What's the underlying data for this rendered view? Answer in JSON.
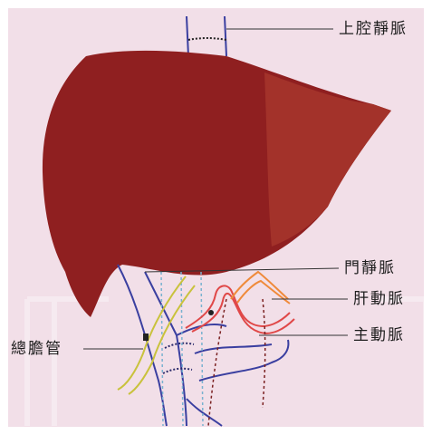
{
  "labels": {
    "svc": "上腔靜脈",
    "portal": "門靜脈",
    "hepatic_artery": "肝動脈",
    "aorta": "主動脈",
    "bile_duct": "總膽管"
  },
  "colors": {
    "background": "#f2dfe8",
    "liver": "#8f1f20",
    "liver_right_lobe": "#a3322a",
    "vein": "#3a3fa0",
    "artery": "#e04848",
    "artery_orange": "#ef8a3a",
    "bile_duct": "#c9c23c",
    "leader_line": "#333333"
  }
}
